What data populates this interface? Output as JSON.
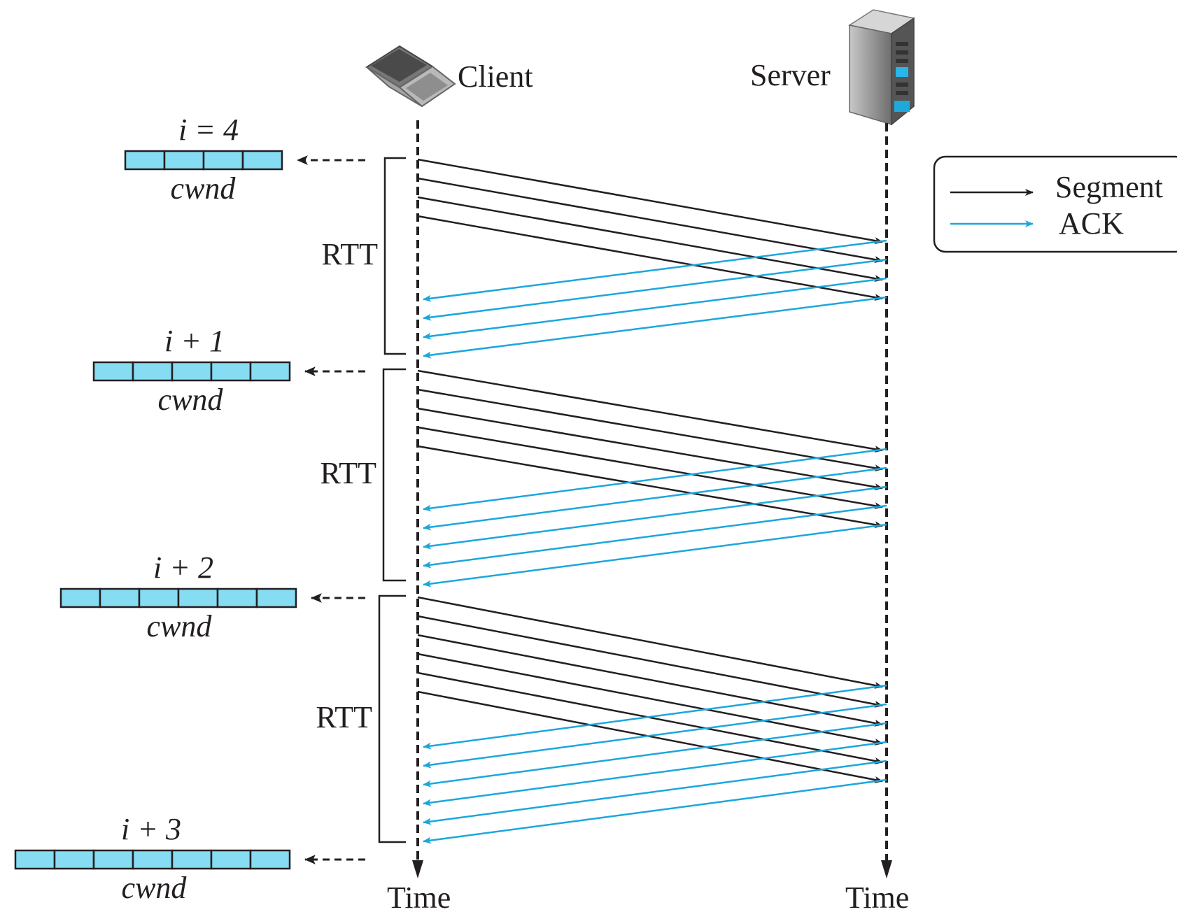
{
  "diagram": {
    "title": "",
    "client_label": "Client",
    "server_label": "Server",
    "client_time_label": "Time",
    "server_time_label": "Time",
    "client_icon": "laptop-icon",
    "server_icon": "server-tower-icon",
    "legend": {
      "segment_label": "Segment",
      "ack_label": "ACK",
      "segment_color": "#231f20",
      "ack_color": "#1aa7dd"
    },
    "rounds": [
      {
        "window_label": "i = 4",
        "window_caption": "cwnd",
        "window_segments": 4,
        "rtt_label": "RTT",
        "segments_sent": 4
      },
      {
        "window_label": "i + 1",
        "window_caption": "cwnd",
        "window_segments": 5,
        "rtt_label": "RTT",
        "segments_sent": 5
      },
      {
        "window_label": "i + 2",
        "window_caption": "cwnd",
        "window_segments": 6,
        "rtt_label": "RTT",
        "segments_sent": 6
      },
      {
        "window_label": "i + 3",
        "window_caption": "cwnd",
        "window_segments": 7
      }
    ],
    "window_fill_color": "#86dcf2"
  }
}
